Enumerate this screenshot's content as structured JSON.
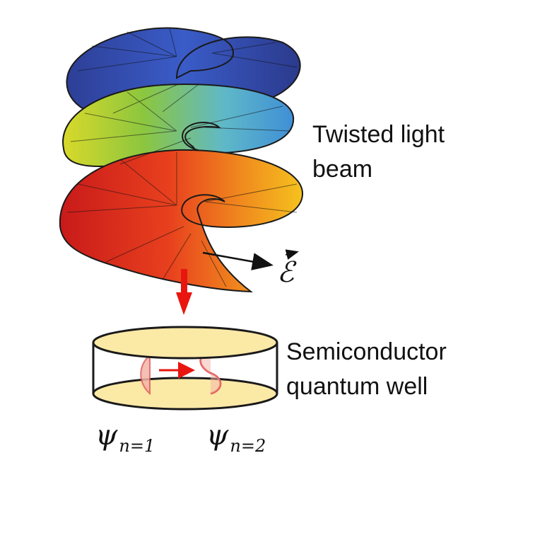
{
  "labels": {
    "beam_line1": "Twisted light",
    "beam_line2": "beam",
    "well_line1": "Semiconductor",
    "well_line2": "quantum well",
    "field_symbol": "ℰ",
    "psi_symbol": "ψ",
    "psi1_sub": "n=1",
    "psi2_sub": "n=2"
  },
  "colors": {
    "disc_fill": "#fbe9a6",
    "outline": "#1a1a1a",
    "arrow_red": "#e8160f",
    "wave_red": "#e05a5a"
  },
  "icons": {
    "helix": "twisted-light-helix",
    "field_arrow": "electric-field-arrow",
    "incidence_arrow": "red-down-arrow",
    "transition_arrow": "red-right-arrow"
  }
}
